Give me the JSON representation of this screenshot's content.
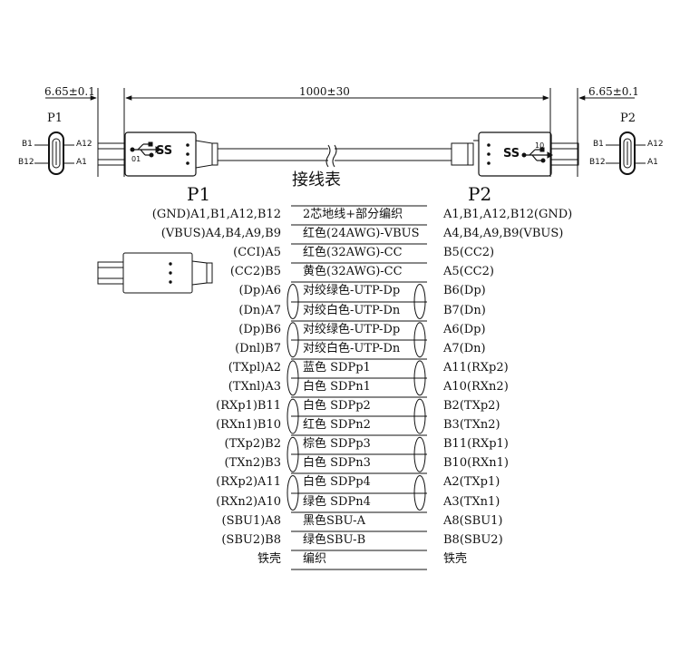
{
  "dimensions": {
    "left": "6.65±0.1",
    "middle": "1000±30",
    "right": "6.65±0.1"
  },
  "connector_small": {
    "p1": {
      "label": "P1",
      "pins": [
        "B1",
        "B12",
        "A12",
        "A1"
      ]
    },
    "p2": {
      "label": "P2",
      "pins": [
        "B1",
        "B12",
        "A12",
        "A1"
      ]
    }
  },
  "plug_marks": {
    "left_ss": "SS",
    "left_code": "01",
    "right_ss": "SS",
    "right_code": "10"
  },
  "table_title": "接线表",
  "ends": {
    "left": "P1",
    "right": "P2"
  },
  "wires": [
    {
      "left": "(GND)A1,B1,A12,B12",
      "middle": "2芯地线+部分编织",
      "right": "A1,B1,A12,B12(GND)"
    },
    {
      "left": "(VBUS)A4,B4,A9,B9",
      "middle": "红色(24AWG)-VBUS",
      "right": "A4,B4,A9,B9(VBUS)"
    },
    {
      "left": "(CCI)A5",
      "middle": "红色(32AWG)-CC",
      "right": "B5(CC2)"
    },
    {
      "left": "(CC2)B5",
      "middle": "黄色(32AWG)-CC",
      "right": "A5(CC2)"
    },
    {
      "left": "(Dp)A6",
      "middle": "对绞绿色-UTP-Dp",
      "right": "B6(Dp)"
    },
    {
      "left": "(Dn)A7",
      "middle": "对绞白色-UTP-Dn",
      "right": "B7(Dn)"
    },
    {
      "left": "(Dp)B6",
      "middle": "对绞绿色-UTP-Dp",
      "right": "A6(Dp)"
    },
    {
      "left": "(Dnl)B7",
      "middle": "对绞白色-UTP-Dn",
      "right": "A7(Dn)"
    },
    {
      "left": "(TXpl)A2",
      "middle": "蓝色 SDPp1",
      "right": "A11(RXp2)"
    },
    {
      "left": "(TXnl)A3",
      "middle": "白色 SDPn1",
      "right": "A10(RXn2)"
    },
    {
      "left": "(RXp1)B11",
      "middle": "白色 SDPp2",
      "right": "B2(TXp2)"
    },
    {
      "left": "(RXn1)B10",
      "middle": "红色 SDPn2",
      "right": "B3(TXn2)"
    },
    {
      "left": "(TXp2)B2",
      "middle": "棕色 SDPp3",
      "right": "B11(RXp1)"
    },
    {
      "left": "(TXn2)B3",
      "middle": "白色 SDPn3",
      "right": "B10(RXn1)"
    },
    {
      "left": "(RXp2)A11",
      "middle": "白色 SDPp4",
      "right": "A2(TXp1)"
    },
    {
      "left": "(RXn2)A10",
      "middle": "绿色 SDPn4",
      "right": "A3(TXn1)"
    },
    {
      "left": "(SBU1)A8",
      "middle": "黑色SBU-A",
      "right": "A8(SBU1)"
    },
    {
      "left": "(SBU2)B8",
      "middle": "绿色SBU-B",
      "right": "B8(SBU2)"
    },
    {
      "left": "铁壳",
      "middle": "编织",
      "right": "铁壳"
    }
  ]
}
